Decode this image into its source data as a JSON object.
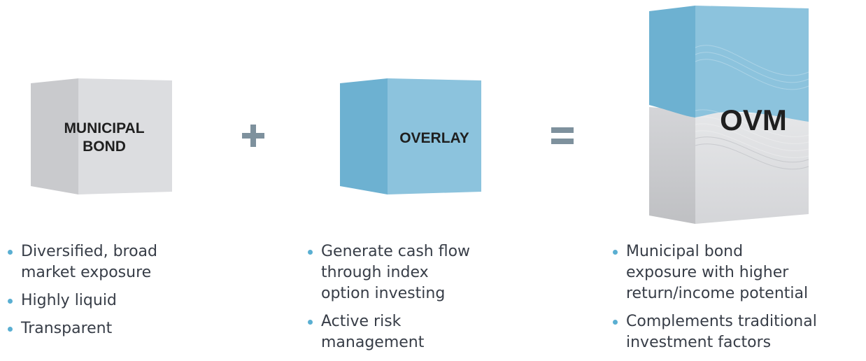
{
  "blocks": [
    {
      "label": "MUNICIPAL\nBOND",
      "bullets": [
        "Diversified, broad\nmarket exposure",
        "Highly liquid",
        "Transparent"
      ]
    },
    {
      "label": "OVERLAY",
      "bullets": [
        "Generate cash flow\n through index\n option investing",
        "Active risk\nmanagement"
      ]
    },
    {
      "label": "OVM",
      "bullets": [
        "Municipal bond\nexposure with higher\nreturn/income potential",
        "Complements traditional\ninvestment factors"
      ]
    }
  ],
  "operators": {
    "plus": "plus-icon",
    "equals": "equals-icon"
  },
  "colors": {
    "grey_front": "#dcdde0",
    "grey_side": "#c8c9cc",
    "blue_front": "#8cc3dd",
    "blue_side": "#6db1d1",
    "bullet": "#5aafd2",
    "operator": "#7e919d"
  }
}
